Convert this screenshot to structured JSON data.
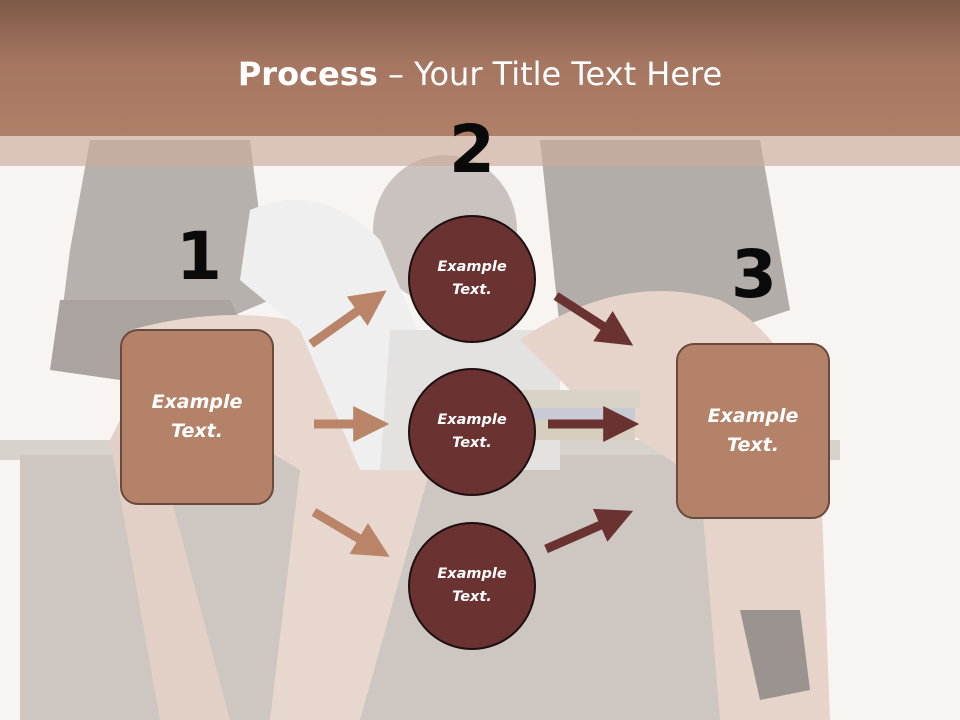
{
  "slide": {
    "title_bold": "Process",
    "title_rest": " – Your Title Text Here"
  },
  "steps": {
    "one": "1",
    "two": "2",
    "three": "3"
  },
  "nodes": {
    "left_box": "Example\nText.",
    "circle_top": "Example\nText.",
    "circle_middle": "Example\nText.",
    "circle_bottom": "Example\nText.",
    "right_box": "Example\nText."
  },
  "colors": {
    "header": "#a47560",
    "box_fill": "#b48268",
    "circle_fill": "#6b3232",
    "arrow_light": "#b98468",
    "arrow_dark": "#6b3232"
  }
}
